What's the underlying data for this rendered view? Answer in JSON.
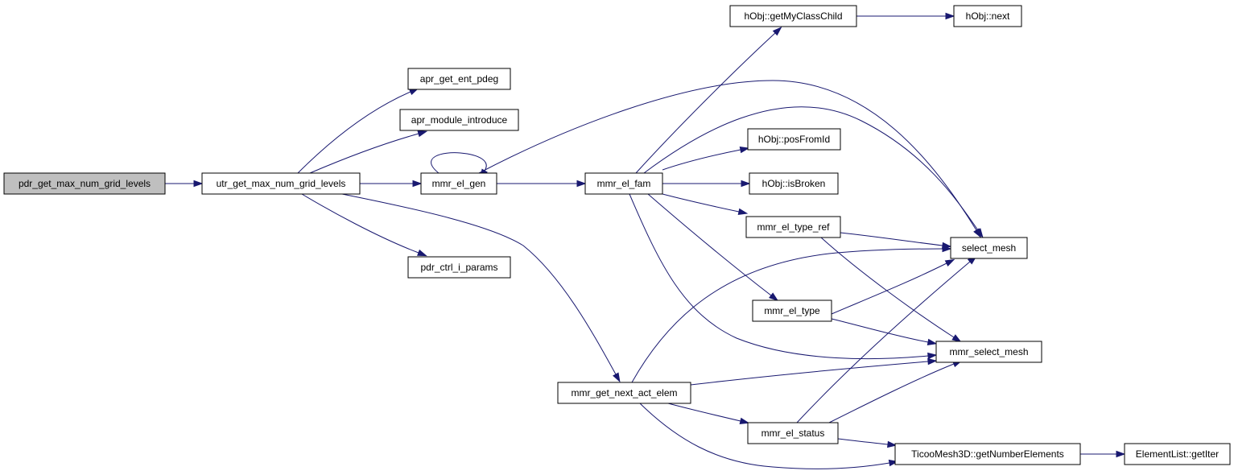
{
  "graph": {
    "nodes": {
      "pdr_get_max_num_grid_levels": "pdr_get_max_num_grid_levels",
      "utr_get_max_num_grid_levels": "utr_get_max_num_grid_levels",
      "apr_get_ent_pdeg": "apr_get_ent_pdeg",
      "apr_module_introduce": "apr_module_introduce",
      "mmr_el_gen": "mmr_el_gen",
      "pdr_ctrl_i_params": "pdr_ctrl_i_params",
      "mmr_get_next_act_elem": "mmr_get_next_act_elem",
      "mmr_el_fam": "mmr_el_fam",
      "hObj_getMyClassChild": "hObj::getMyClassChild",
      "hObj_next": "hObj::next",
      "hObj_posFromId": "hObj::posFromId",
      "hObj_isBroken": "hObj::isBroken",
      "mmr_el_type_ref": "mmr_el_type_ref",
      "mmr_el_type": "mmr_el_type",
      "mmr_el_status": "mmr_el_status",
      "select_mesh": "select_mesh",
      "mmr_select_mesh": "mmr_select_mesh",
      "TicooMesh3D_getNumberElements": "TicooMesh3D::getNumberElements",
      "ElementList_getIter": "ElementList::getIter"
    },
    "root": "pdr_get_max_num_grid_levels",
    "colors": {
      "edge": "#191970",
      "node_border": "#000000",
      "node_fill": "#ffffff",
      "root_fill": "#bfbfbf"
    },
    "edges": [
      [
        "pdr_get_max_num_grid_levels",
        "utr_get_max_num_grid_levels"
      ],
      [
        "utr_get_max_num_grid_levels",
        "apr_get_ent_pdeg"
      ],
      [
        "utr_get_max_num_grid_levels",
        "apr_module_introduce"
      ],
      [
        "utr_get_max_num_grid_levels",
        "mmr_el_gen"
      ],
      [
        "utr_get_max_num_grid_levels",
        "pdr_ctrl_i_params"
      ],
      [
        "utr_get_max_num_grid_levels",
        "mmr_get_next_act_elem"
      ],
      [
        "mmr_el_gen",
        "mmr_el_gen"
      ],
      [
        "mmr_el_gen",
        "mmr_el_fam"
      ],
      [
        "mmr_el_gen",
        "select_mesh"
      ],
      [
        "mmr_el_fam",
        "hObj_getMyClassChild"
      ],
      [
        "mmr_el_fam",
        "select_mesh"
      ],
      [
        "mmr_el_fam",
        "hObj_posFromId"
      ],
      [
        "mmr_el_fam",
        "hObj_isBroken"
      ],
      [
        "mmr_el_fam",
        "mmr_el_type_ref"
      ],
      [
        "mmr_el_fam",
        "mmr_el_type"
      ],
      [
        "mmr_el_fam",
        "mmr_select_mesh"
      ],
      [
        "hObj_getMyClassChild",
        "hObj_next"
      ],
      [
        "mmr_el_type_ref",
        "select_mesh"
      ],
      [
        "mmr_el_type_ref",
        "mmr_select_mesh"
      ],
      [
        "mmr_el_type",
        "select_mesh"
      ],
      [
        "mmr_el_type",
        "mmr_select_mesh"
      ],
      [
        "mmr_get_next_act_elem",
        "select_mesh"
      ],
      [
        "mmr_get_next_act_elem",
        "mmr_select_mesh"
      ],
      [
        "mmr_get_next_act_elem",
        "mmr_el_status"
      ],
      [
        "mmr_get_next_act_elem",
        "TicooMesh3D_getNumberElements"
      ],
      [
        "mmr_el_status",
        "select_mesh"
      ],
      [
        "mmr_el_status",
        "mmr_select_mesh"
      ],
      [
        "mmr_el_status",
        "TicooMesh3D_getNumberElements"
      ],
      [
        "TicooMesh3D_getNumberElements",
        "ElementList_getIter"
      ]
    ]
  }
}
